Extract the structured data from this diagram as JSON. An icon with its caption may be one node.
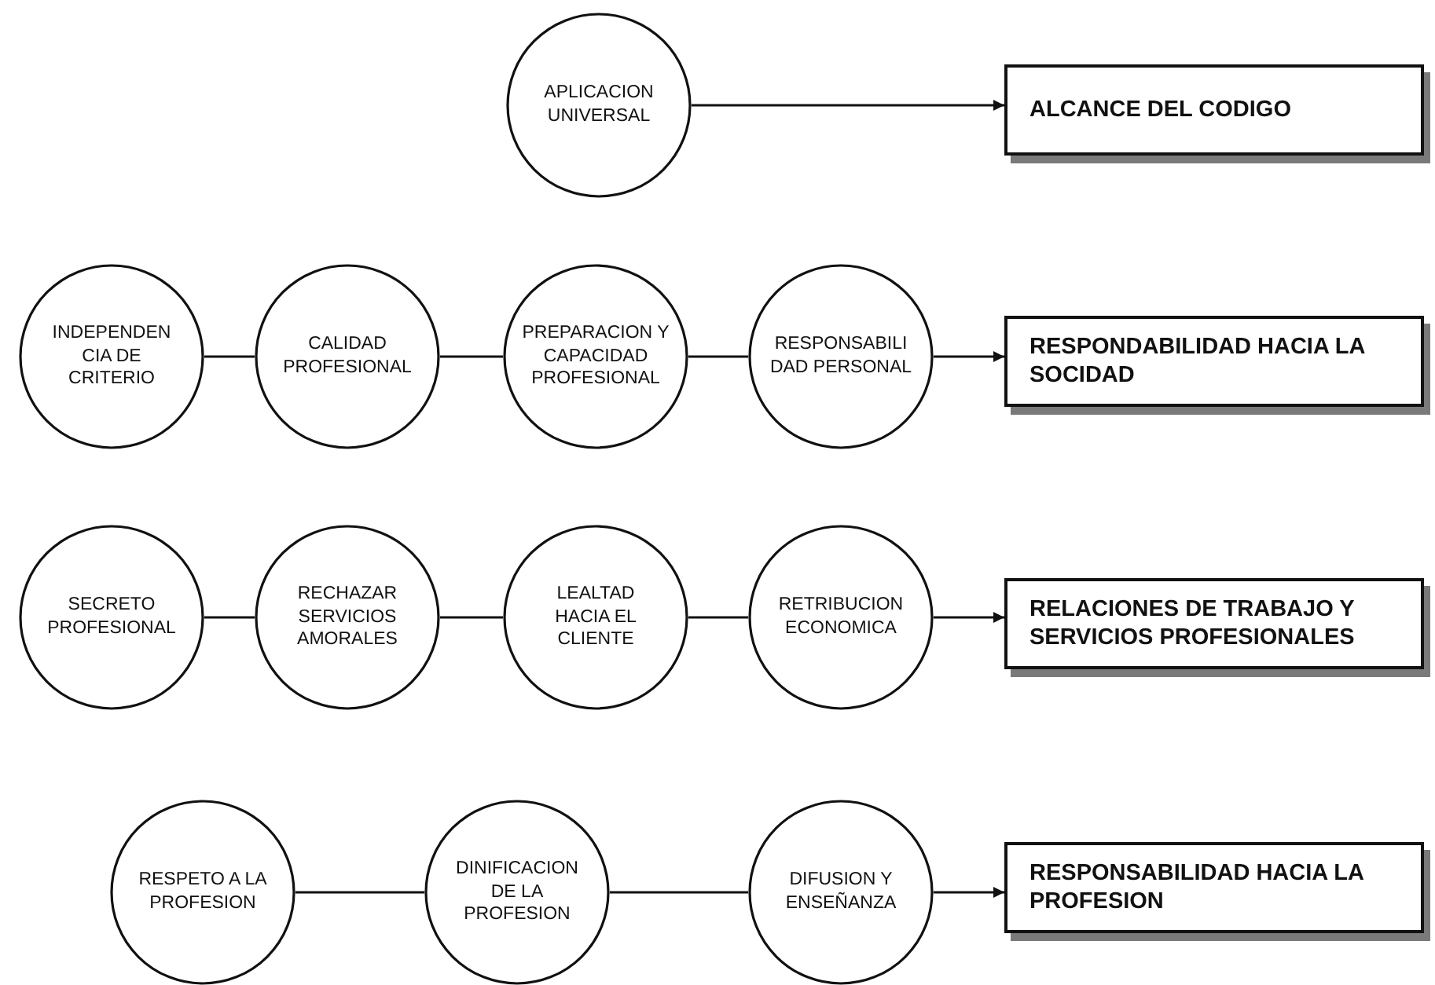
{
  "diagram": {
    "nodes": [
      {
        "text": [
          "APLICACION UNIVERSAL"
        ]
      },
      {
        "text": [
          "ALCANCE DEL CODIGO"
        ]
      },
      {
        "text": [
          "INDEPENDEN CIA DE CRITERIO"
        ]
      },
      {
        "text": [
          "CALIDAD PROFESIONAL"
        ]
      },
      {
        "text": [
          "PREPARACION Y CAPACIDAD PROFESIONAL"
        ]
      },
      {
        "text": [
          "RESPONSABILI DAD PERSONAL"
        ]
      },
      {
        "text": [
          "RESPONDABILIDAD HACIA LA SOCIDAD"
        ]
      },
      {
        "text": [
          "SECRETO PROFESIONAL"
        ]
      },
      {
        "text": [
          "RECHAZAR SERVICIOS AMORALES"
        ]
      },
      {
        "text": [
          "LEALTAD HACIA EL CLIENTE"
        ]
      },
      {
        "text": [
          "RETRIBUCION ECONOMICA"
        ]
      },
      {
        "text": [
          "RELACIONES DE TRABAJO Y SERVICIOS PROFESIONALES"
        ]
      },
      {
        "text": [
          "RESPETO A LA PROFESION"
        ]
      },
      {
        "text": [
          "DINIFICACION DE LA PROFESION"
        ]
      },
      {
        "text": [
          "DIFUSION Y ENSEÑANZA"
        ]
      },
      {
        "text": [
          "RESPONSABILIDAD HACIA LA PROFESION"
        ]
      }
    ],
    "edges": [
      {
        "from": 0,
        "to": 1,
        "arrow": "to"
      },
      {
        "from": 2,
        "to": 3,
        "arrow": "none"
      },
      {
        "from": 3,
        "to": 4,
        "arrow": "none"
      },
      {
        "from": 4,
        "to": 5,
        "arrow": "none"
      },
      {
        "from": 5,
        "to": 6,
        "arrow": "to"
      },
      {
        "from": 7,
        "to": 8,
        "arrow": "none"
      },
      {
        "from": 8,
        "to": 9,
        "arrow": "none"
      },
      {
        "from": 9,
        "to": 10,
        "arrow": "none"
      },
      {
        "from": 10,
        "to": 11,
        "arrow": "to"
      },
      {
        "from": 12,
        "to": 13,
        "arrow": "none"
      },
      {
        "from": 13,
        "to": 14,
        "arrow": "none"
      },
      {
        "from": 14,
        "to": 15,
        "arrow": "to"
      }
    ]
  }
}
